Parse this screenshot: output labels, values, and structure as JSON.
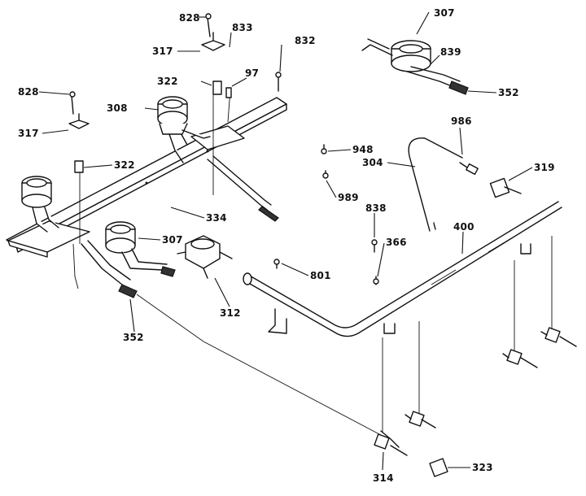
{
  "parts": [
    {
      "id": "828a",
      "label": "828"
    },
    {
      "id": "317a",
      "label": "317"
    },
    {
      "id": "833",
      "label": "833"
    },
    {
      "id": "832",
      "label": "832"
    },
    {
      "id": "322a",
      "label": "322"
    },
    {
      "id": "97",
      "label": "97"
    },
    {
      "id": "308",
      "label": "308"
    },
    {
      "id": "828b",
      "label": "828"
    },
    {
      "id": "317b",
      "label": "317"
    },
    {
      "id": "322b",
      "label": "322"
    },
    {
      "id": "334",
      "label": "334"
    },
    {
      "id": "307a",
      "label": "307"
    },
    {
      "id": "307b",
      "label": "307"
    },
    {
      "id": "839",
      "label": "839"
    },
    {
      "id": "352a",
      "label": "352"
    },
    {
      "id": "986",
      "label": "986"
    },
    {
      "id": "948",
      "label": "948"
    },
    {
      "id": "304",
      "label": "304"
    },
    {
      "id": "319",
      "label": "319"
    },
    {
      "id": "989",
      "label": "989"
    },
    {
      "id": "838",
      "label": "838"
    },
    {
      "id": "366",
      "label": "366"
    },
    {
      "id": "400",
      "label": "400"
    },
    {
      "id": "801",
      "label": "801"
    },
    {
      "id": "312",
      "label": "312"
    },
    {
      "id": "352b",
      "label": "352"
    },
    {
      "id": "314",
      "label": "314"
    },
    {
      "id": "323",
      "label": "323"
    }
  ]
}
